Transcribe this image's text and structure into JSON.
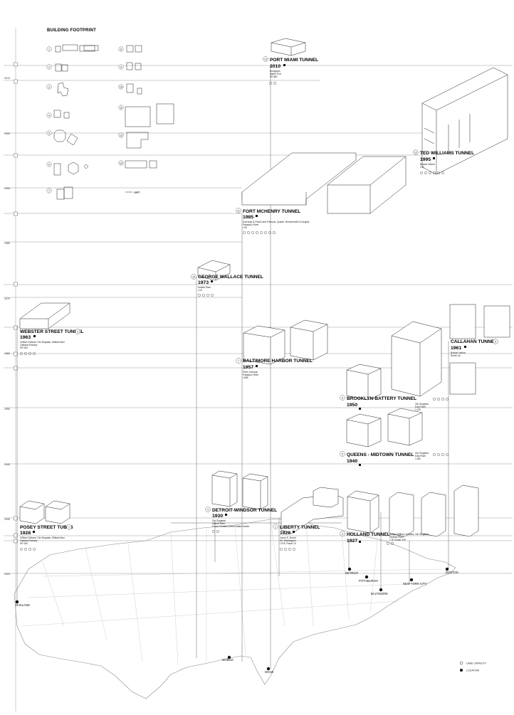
{
  "footprint_title": "BUILDING FOOTPRINT",
  "footprint_numbers": [
    "1",
    "2",
    "3",
    "4",
    "5",
    "6",
    "7",
    "8",
    "9",
    "10",
    "11",
    "12",
    "13"
  ],
  "scale_label": "50FT",
  "years": [
    "2010",
    "2000",
    "1990",
    "1980",
    "1970",
    "1960",
    "1950",
    "1940",
    "1930",
    "1920"
  ],
  "tunnels": [
    {
      "num": "13",
      "name": "PORT MIAMI TUNNEL",
      "year": "2010",
      "info": [
        "Bouygues",
        "Miami Port",
        "SR 887"
      ]
    },
    {
      "num": "12",
      "name": "TED WILLIAMS TUNNEL",
      "year": "1995",
      "info": [
        "Boston Harbor",
        "I-90"
      ]
    },
    {
      "num": "11",
      "name": "FORT MCHENRY TUNNEL",
      "year": "1985",
      "info": [
        "Sverdrup & Parcel and Parsons, Quade, Brinckerhoff & Douglas",
        "Patapsco River",
        "I-95"
      ]
    },
    {
      "num": "10",
      "name": "GEORGE WALLACE TUNNEL",
      "year": "1973",
      "info": [
        "Mobile River",
        "I-10"
      ]
    },
    {
      "num": "9",
      "name": "WEBSTER STREET TUNNEL",
      "year": "1963",
      "info": [
        "Clifford Holland, Ole Singstad, William Barr",
        "Oakland Estuary",
        "SR 260"
      ]
    },
    {
      "num": "9",
      "name": "CALLAHAN TUNNEL",
      "year": "1961",
      "info": [
        "Boston Harbor",
        "Route 1A"
      ]
    },
    {
      "num": "7",
      "name": "BALTIMORE HARBOR TUNNEL",
      "year": "1957",
      "info": [
        "Peter Johnson",
        "Patapsco River",
        "I-895"
      ]
    },
    {
      "num": "6",
      "name": "BROOKLYN-BATTERY TUNNEL",
      "year": "1950",
      "info": [
        "Ole Singstad",
        "East River",
        "I-478"
      ]
    },
    {
      "num": "5",
      "name": "QUEENS - MIDTOWN TUNNEL",
      "year": "1940",
      "info": [
        "Ole Singstad",
        "East River",
        "I-495"
      ]
    },
    {
      "num": "4",
      "name": "DETROIT-WINDSOR TUNNEL",
      "year": "1930",
      "info": [
        "Ole Singstad",
        "Detroit River",
        "Cross Canada-United States border"
      ]
    },
    {
      "num": "2",
      "name": "POSEY STREET TUBES",
      "year": "1928",
      "info": [
        "Clifford Holland, Ole Singstad, William Barr",
        "Oakland Estuary",
        "SR 260"
      ]
    },
    {
      "num": "1",
      "name": "LIBERTY TUNNEL",
      "year": "1928",
      "info": [
        "Jones D. Neold",
        "Mt. Washington",
        "I-376, Route 19"
      ]
    },
    {
      "num": "3",
      "name": "HOLLAND TUNNEL",
      "year": "1927",
      "info": [
        "Clifford Milburn Holland, Ole Singstad",
        "Hudson River",
        "I-78, Route 139"
      ]
    }
  ],
  "cities": [
    "OAKLAND",
    "DETROIT",
    "PITTSBURGH",
    "BALTIMORE",
    "NEW YORK CITY",
    "BOSTON",
    "MOBILE",
    "MIAMI"
  ],
  "legend": {
    "capacity": "LANE CAPACITY",
    "location": "LOCATION"
  },
  "colors": {
    "ink": "#111111",
    "line": "#777777",
    "faint": "#bbbbbb",
    "map": "#999999"
  }
}
